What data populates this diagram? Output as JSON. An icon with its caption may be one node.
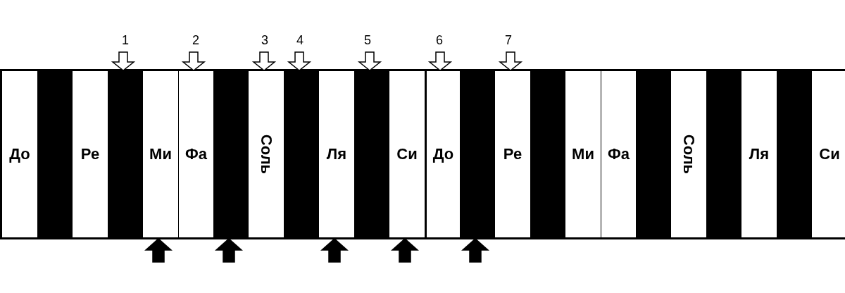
{
  "diagram": {
    "nodes": [
      {
        "text": [
          "До"
        ]
      },
      {
        "text": [],
        "shape": "bar"
      },
      {
        "text": [
          "Ре"
        ]
      },
      {
        "text": [],
        "shape": "bar"
      },
      {
        "text": [
          "Ми"
        ]
      },
      {
        "text": [
          "Фа"
        ]
      },
      {
        "text": [],
        "shape": "bar"
      },
      {
        "text": [
          "Соль"
        ]
      },
      {
        "text": [],
        "shape": "bar"
      },
      {
        "text": [
          "Ля"
        ]
      },
      {
        "text": [],
        "shape": "bar"
      },
      {
        "text": [
          "Си"
        ]
      },
      {
        "text": [
          "До"
        ]
      },
      {
        "text": [],
        "shape": "bar"
      },
      {
        "text": [
          "Ре"
        ]
      },
      {
        "text": [],
        "shape": "bar"
      },
      {
        "text": [
          "Ми"
        ]
      },
      {
        "text": [
          "Фа"
        ]
      },
      {
        "text": [],
        "shape": "bar"
      },
      {
        "text": [
          "Соль"
        ]
      },
      {
        "text": [],
        "shape": "bar"
      },
      {
        "text": [
          "Ля"
        ]
      },
      {
        "text": [],
        "shape": "bar"
      },
      {
        "text": [
          "Си"
        ]
      },
      {
        "text": [
          "1"
        ]
      },
      {
        "text": [
          "2"
        ]
      },
      {
        "text": [
          "3"
        ]
      },
      {
        "text": [
          "4"
        ]
      },
      {
        "text": [
          "5"
        ]
      },
      {
        "text": [
          "6"
        ]
      },
      {
        "text": [
          "7"
        ]
      }
    ],
    "edges": [
      {
        "from": 24,
        "to": 3,
        "arrow": "to"
      },
      {
        "from": 25,
        "to": 5,
        "arrow": "to"
      },
      {
        "from": 26,
        "to": 7,
        "arrow": "to"
      },
      {
        "from": 27,
        "to": 8,
        "arrow": "to"
      },
      {
        "from": 28,
        "to": 10,
        "arrow": "to"
      },
      {
        "from": 29,
        "to": 12,
        "arrow": "to"
      },
      {
        "from": 30,
        "to": 14,
        "arrow": "to"
      },
      {
        "from": null,
        "to": 4,
        "arrow": "to",
        "style": "thick"
      },
      {
        "from": null,
        "to": 6,
        "arrow": "to",
        "style": "thick"
      },
      {
        "from": null,
        "to": 9,
        "arrow": "to",
        "style": "thick"
      },
      {
        "from": null,
        "to": 11,
        "arrow": "to",
        "style": "thick"
      },
      {
        "from": null,
        "to": 13,
        "arrow": "to",
        "style": "thick"
      }
    ]
  }
}
